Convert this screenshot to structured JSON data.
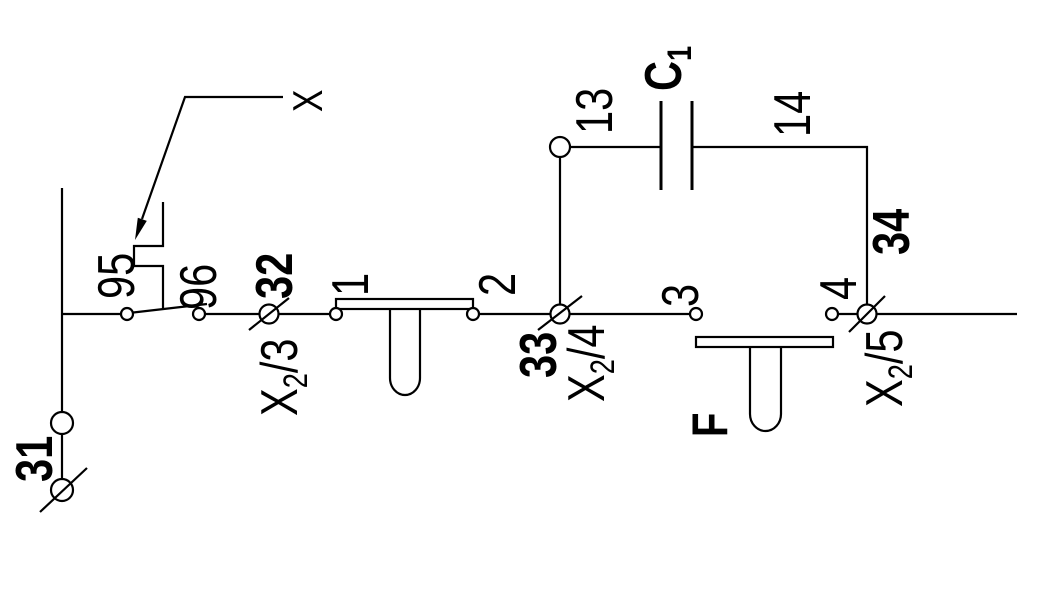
{
  "schematic": {
    "background_color": "#ffffff",
    "line_color": "#000000",
    "callout": {
      "label": "X"
    },
    "thermal_contact": {
      "terminal_left": "95",
      "terminal_right": "96"
    },
    "wire_numbers": {
      "w31": "31",
      "w32": "32",
      "w33": "33",
      "w34": "34"
    },
    "terminal_block": {
      "x2_3": {
        "base": "X",
        "sub": "2",
        "rest": "/3"
      },
      "x2_4": {
        "base": "X",
        "sub": "2",
        "rest": "/4"
      },
      "x2_5": {
        "base": "X",
        "sub": "2",
        "rest": "/5"
      }
    },
    "stop_button": {
      "terminal_left": "1",
      "terminal_right": "2"
    },
    "start_button": {
      "label": "F",
      "terminal_left": "3",
      "terminal_right": "4"
    },
    "aux_contact": {
      "terminal_left": "13",
      "terminal_right": "14"
    },
    "capacitor": {
      "base": "C",
      "sub": "1"
    }
  }
}
